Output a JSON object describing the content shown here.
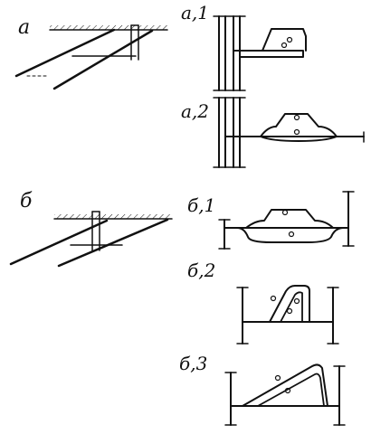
{
  "labels": {
    "a": "а",
    "a1": "а,1",
    "a2": "а,2",
    "b": "б",
    "b1": "б,1",
    "b2": "б,2",
    "b3": "б,3"
  },
  "colors": {
    "ink": "#111111",
    "background": "#ffffff"
  }
}
